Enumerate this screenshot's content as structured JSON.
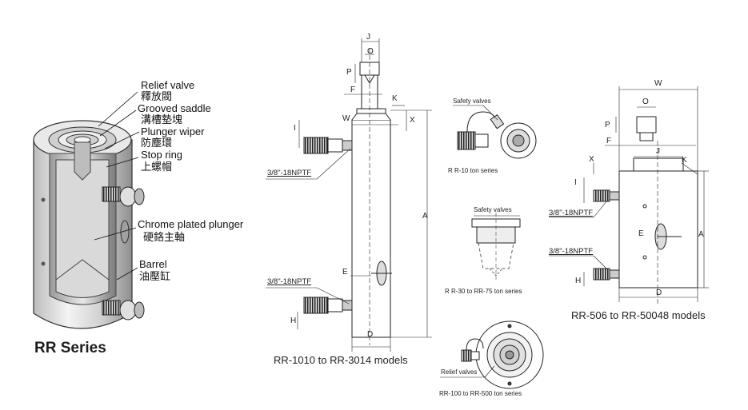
{
  "cutaway": {
    "title": "RR Series",
    "callouts": [
      {
        "en": "Relief valve",
        "zh": "釋放閥"
      },
      {
        "en": "Grooved saddle",
        "zh": "溝槽墊塊"
      },
      {
        "en": "Plunger wiper",
        "zh": "防塵環"
      },
      {
        "en": "Stop ring",
        "zh": "上螺帽"
      },
      {
        "en": "Chrome plated plunger",
        "zh": "硬鉻主軸"
      },
      {
        "en": "Barrel",
        "zh": "油壓缸"
      }
    ]
  },
  "drawing_center": {
    "caption": "RR-1010 to RR-3014 models",
    "ports": [
      "3/8\"-18NPTF",
      "3/8\"-18NPTF"
    ],
    "dims": [
      "J",
      "O",
      "P",
      "F",
      "K",
      "W",
      "X",
      "I",
      "A",
      "E",
      "D",
      "H"
    ]
  },
  "inset_10ton": {
    "callout": "Safety  valves",
    "caption": "R R-10 ton series"
  },
  "inset_30_75": {
    "callout": "Safety  valves",
    "caption": "R R-30 to RR-75 ton series"
  },
  "inset_100_500": {
    "callout": "Relief  valves",
    "caption": "RR-100 to RR-500 ton series"
  },
  "drawing_right": {
    "caption": "RR-506 to RR-50048 models",
    "ports": [
      "3/8\"-18NPTF",
      "3/8\"-18NPTF"
    ],
    "dims": [
      "W",
      "O",
      "P",
      "F",
      "J",
      "X",
      "K",
      "I",
      "E",
      "A",
      "H",
      "D"
    ]
  }
}
